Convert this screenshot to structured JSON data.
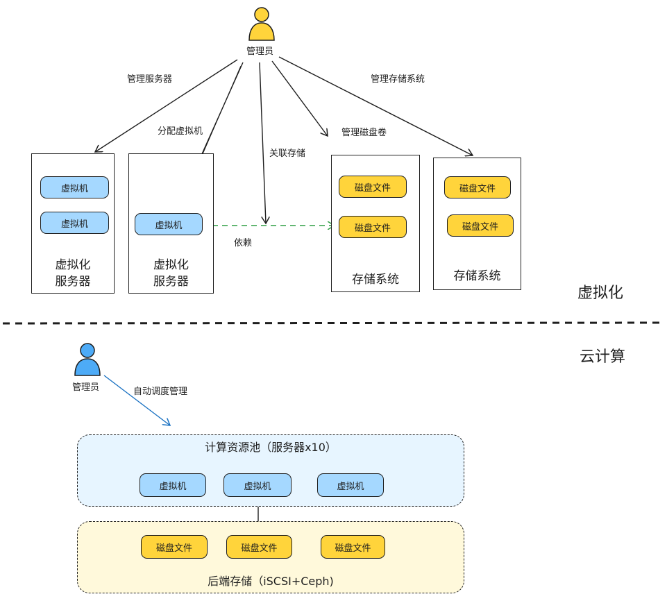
{
  "admin_top": {
    "label": "管理员"
  },
  "admin_bottom": {
    "label": "管理员"
  },
  "edges": {
    "manage_server": "管理服务器",
    "assign_vm": "分配虚拟机",
    "link_storage": "关联存储",
    "manage_volume": "管理磁盘卷",
    "manage_storage": "管理存储系统",
    "depends": "依赖",
    "auto_schedule": "自动调度管理"
  },
  "virt": {
    "server1": {
      "vms": [
        "虚拟机",
        "虚拟机"
      ],
      "title": [
        "虚拟化",
        "服务器"
      ]
    },
    "server2": {
      "vms": [
        "虚拟机"
      ],
      "title": [
        "虚拟化",
        "服务器"
      ]
    },
    "storage1": {
      "disks": [
        "磁盘文件",
        "磁盘文件"
      ],
      "title": "存储系统"
    },
    "storage2": {
      "disks": [
        "磁盘文件",
        "磁盘文件"
      ],
      "title": "存储系统"
    }
  },
  "section_labels": {
    "virtualization": "虚拟化",
    "cloud": "云计算"
  },
  "cloud": {
    "pool_title": "计算资源池（服务器x10）",
    "pool_vms": [
      "虚拟机",
      "虚拟机",
      "虚拟机"
    ],
    "backend_title": "后端存储（iSCSI+Ceph)",
    "backend_disks": [
      "磁盘文件",
      "磁盘文件",
      "磁盘文件"
    ]
  },
  "colors": {
    "vm": "#a5d8ff",
    "disk": "#ffd43b",
    "pool_bg": "#e7f5ff",
    "backend_bg": "#fff9db",
    "admin_top": "#ffd43b",
    "admin_bottom": "#4dabf7",
    "depends_arrow": "#2f9e44",
    "schedule_arrow": "#1971c2"
  }
}
